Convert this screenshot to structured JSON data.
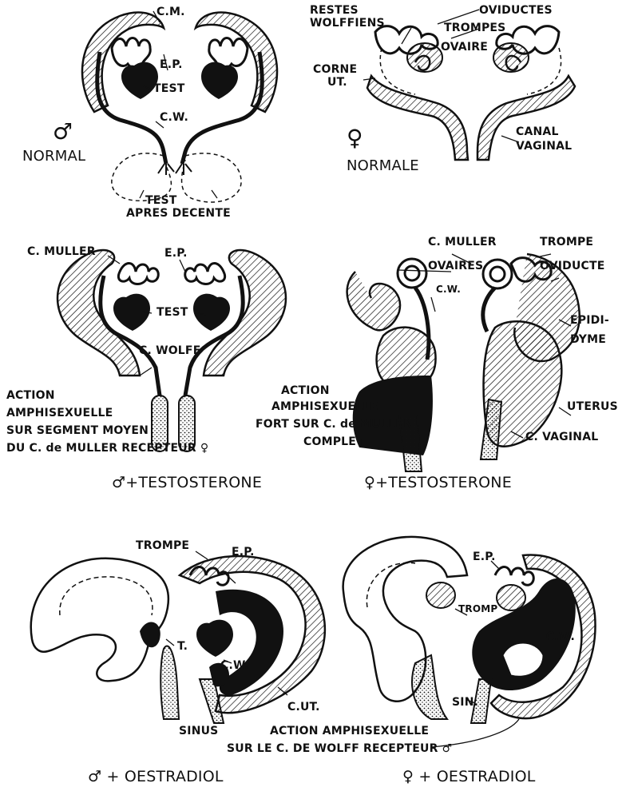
{
  "panels": {
    "male_normal": {
      "cm": "C.M.",
      "ep": "E.P.",
      "test": "TEST",
      "cw": "C.W.",
      "sex_symbol": "♂",
      "caption": "NORMAL",
      "test_after_line1": "TEST",
      "test_after_line2": "APRES DECENTE"
    },
    "female_normal": {
      "restes_line1": "RESTES",
      "restes_line2": "WOLFFIENS",
      "corne_line1": "CORNE",
      "corne_line2": "UT.",
      "oviductes": "OVIDUCTES",
      "trompes": "TROMPES",
      "ovaire": "OVAIRE",
      "canal_line1": "CANAL",
      "canal_line2": "VAGINAL",
      "sex_symbol": "♀",
      "caption": "NORMALE"
    },
    "male_testosterone": {
      "c_muller": "C. MULLER",
      "ep": "E.P.",
      "test": "TEST",
      "c_wolff": "C. WOLFF",
      "action_line1": "ACTION",
      "action_line2": "AMPHISEXUELLE",
      "action_line3": "SUR SEGMENT MOYEN",
      "action_line4": "DU C. de MULLER RECEPTEUR ♀",
      "caption": "♂+TESTOSTERONE"
    },
    "female_testosterone": {
      "c_muller": "C. MULLER",
      "trompe": "TROMPE",
      "ovaires": "OVAIRES",
      "oviducte": "OVIDUCTE",
      "cw": "C.W.",
      "epididyme_line1": "EPIDI-",
      "epididyme_line2": "DYME",
      "uterus": "UTERUS",
      "c_vaginal": "C. VAGINAL",
      "action_line1": "ACTION",
      "action_line2": "AMPHISEXUELLE",
      "action_line3": "FORT SUR C. de MULLER",
      "action_line4": "COMPLET",
      "caption": "♀+TESTOSTERONE"
    },
    "male_oestradiol": {
      "trompe": "TROMPE",
      "ep": "E.P.",
      "t": "T.",
      "cw": "C.W.",
      "c_ut": "C.UT.",
      "sinus": "SINUS",
      "caption": "♂ + OESTRADIOL"
    },
    "female_oestradiol": {
      "ep": "E.P.",
      "tromp": "TROMP",
      "cw": "C.W.",
      "sin": "SIN.",
      "caption": "♀ + OESTRADIOL"
    },
    "bottom_action": {
      "line1": "ACTION AMPHISEXUELLE",
      "line2": "SUR LE C. DE WOLFF RECEPTEUR ♂"
    }
  },
  "colors": {
    "ink": "#111111",
    "paper": "#ffffff"
  }
}
